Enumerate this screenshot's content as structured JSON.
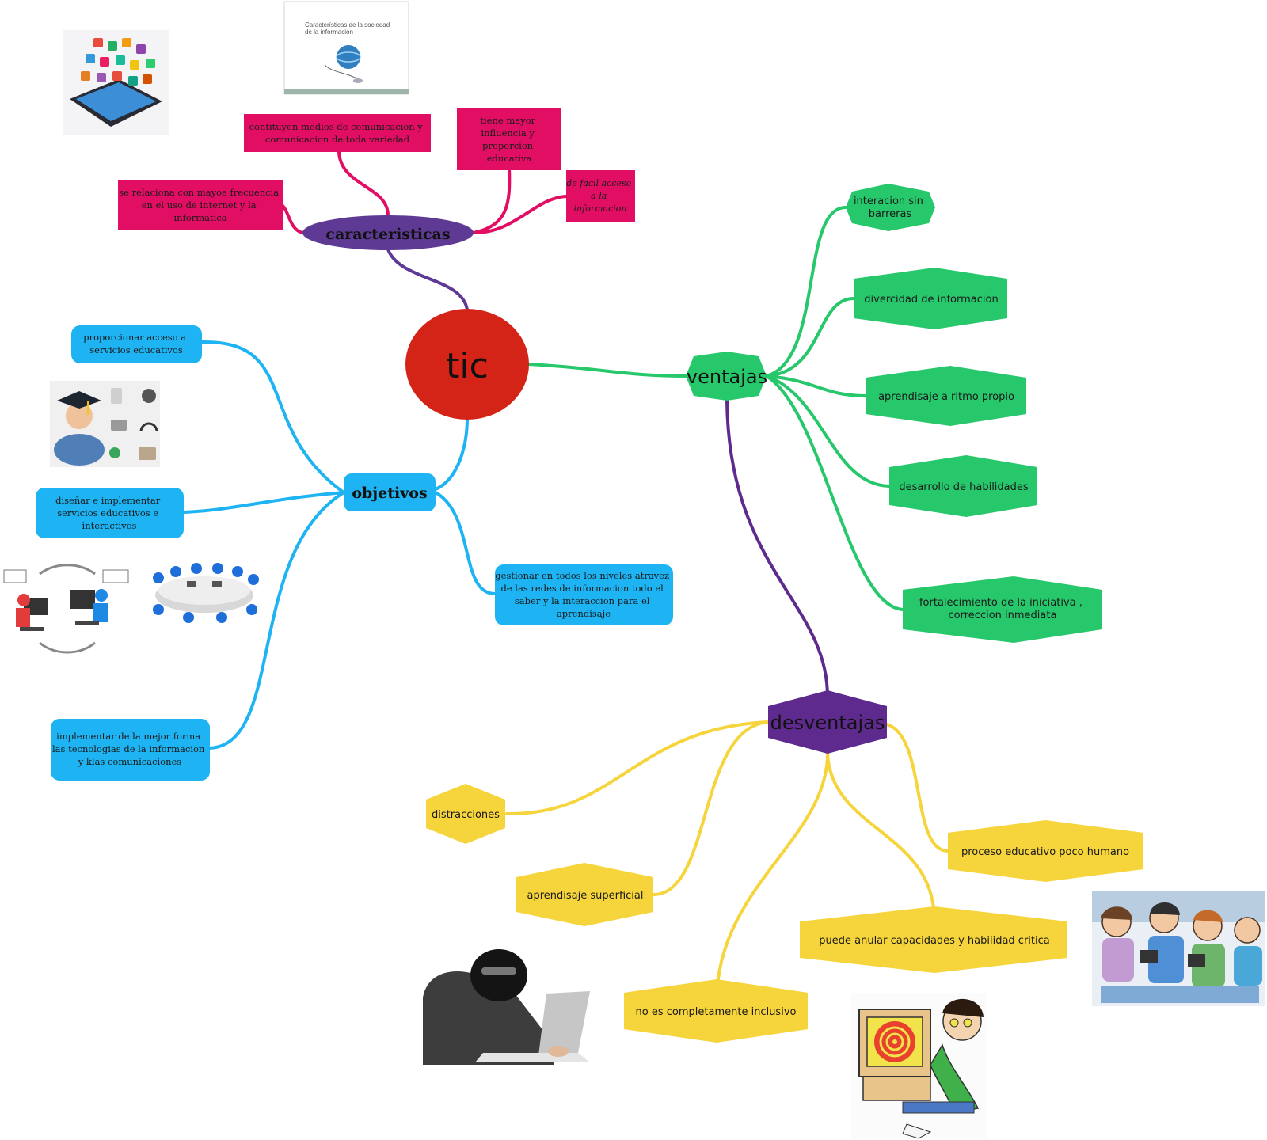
{
  "colors": {
    "root": "#d42317",
    "caracteristicas": "#5e3a95",
    "caracteristicas_leaf": "#e10e63",
    "objetivos": "#1eb3f2",
    "ventajas": "#27c76b",
    "desventajas": "#5e2a8e",
    "desventajas_leaf": "#f6d43c"
  },
  "root": {
    "label": "tic"
  },
  "caracteristicas": {
    "label": "caracteristicas",
    "leaves": [
      "contituyen medios de comunicacion y comunicacion de toda variedad",
      "tiene mayor influencia y proporcion educativa",
      "de facil acceso a la informacion",
      "se relaciona con mayoe frecuencia en el uso de internet y la informatica"
    ]
  },
  "objetivos": {
    "label": "objetivos",
    "leaves": [
      "proporcionar acceso a servicios educativos",
      "diseñar e implementar servicios educativos e interactivos",
      "implementar de la mejor forma las tecnologias de la informacion y klas comunicaciones",
      "gestionar en todos los niveles atravez de las redes de informacion todo el saber y la interaccion para el aprendisaje"
    ]
  },
  "ventajas": {
    "label": "ventajas",
    "leaves": [
      "interacion sin barreras",
      "divercidad de informacion",
      "aprendisaje a ritmo propio",
      "desarrollo de habilidades",
      "fortalecimiento de la iniciativa , correccion inmediata"
    ]
  },
  "desventajas": {
    "label": "desventajas",
    "leaves": [
      "distracciones",
      "aprendisaje superficial",
      "no es completamente inclusivo",
      "puede anular capacidades y habilidad critica",
      "proceso educativo poco humano"
    ]
  },
  "images": {
    "slide_title": "Características de la sociedad de la información",
    "icons": [
      "tablet-apps-icon",
      "slide-thumbnail",
      "graduate-media-icon",
      "network-chat-icon",
      "meeting-table-icon",
      "hacker-laptop-icon",
      "hypnotized-computer-user-icon",
      "children-tablets-icon"
    ]
  }
}
